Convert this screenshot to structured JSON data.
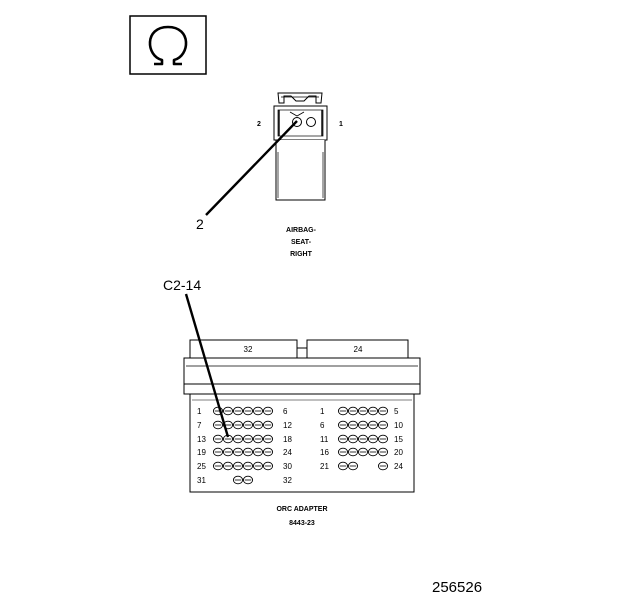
{
  "symbol": {
    "icon": "omega-ohm-icon"
  },
  "airbag_connector": {
    "pin_left": "2",
    "pin_right": "1",
    "callout": "2",
    "label_lines": [
      "AIRBAG-",
      "SEAT-",
      "RIGHT"
    ]
  },
  "adapter": {
    "callout": "C2-14",
    "left_header": "32",
    "right_header": "24",
    "left_rows": [
      {
        "start": "1",
        "end": "6"
      },
      {
        "start": "7",
        "end": "12"
      },
      {
        "start": "13",
        "end": "18"
      },
      {
        "start": "19",
        "end": "24"
      },
      {
        "start": "25",
        "end": "30"
      },
      {
        "start": "31",
        "end": "32"
      }
    ],
    "right_rows": [
      {
        "start": "1",
        "end": "5"
      },
      {
        "start": "6",
        "end": "10"
      },
      {
        "start": "11",
        "end": "15"
      },
      {
        "start": "16",
        "end": "20"
      },
      {
        "start": "21",
        "end": "24"
      }
    ],
    "label_lines": [
      "ORC ADAPTER",
      "8443-23"
    ]
  },
  "figure_number": "256526"
}
